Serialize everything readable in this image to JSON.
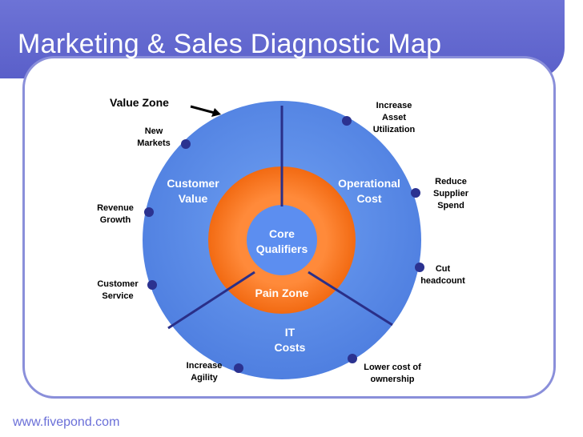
{
  "title": "Marketing & Sales Diagnostic Map",
  "footer": "www.fivepond.com",
  "zones": {
    "value_zone": "Value Zone",
    "customer_value": "Customer\nValue",
    "operational_cost": "Operational\nCost",
    "core_qualifiers": "Core\nQualifiers",
    "pain_zone": "Pain Zone",
    "it_costs": "IT\nCosts"
  },
  "nodes": {
    "new_markets": "New\nMarkets",
    "revenue_growth": "Revenue\nGrowth",
    "customer_service": "Customer\nService",
    "increase_agility": "Increase\nAgility",
    "lower_cost": "Lower cost of\nownership",
    "cut_headcount": "Cut\nheadcount",
    "reduce_supplier": "Reduce\nSupplier\nSpend",
    "increase_asset": "Increase\nAsset\nUtilization"
  },
  "colors": {
    "title_bar": "#5c61ca",
    "outer_circle": "#5b8be8",
    "ring": "#f5731f",
    "core": "#f26a10",
    "dots": "#2b3290"
  }
}
